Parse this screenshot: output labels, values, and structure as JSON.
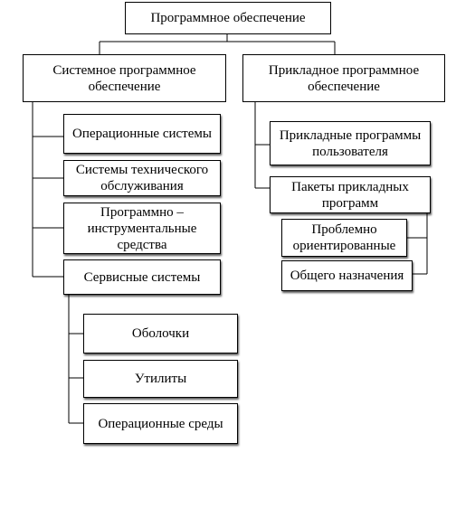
{
  "diagram": {
    "root": "Программное обеспечение",
    "system": {
      "label": "Системное программное\nобеспечение",
      "children": [
        "Операционные системы",
        "Системы технического\nобслуживания",
        "Программно –\nинструментальные\nсредства",
        "Сервисные системы"
      ],
      "service_children": [
        "Оболочки",
        "Утилиты",
        "Операционные среды"
      ]
    },
    "applied": {
      "label": "Прикладное программное\nобеспечение",
      "children": [
        "Прикладные программы\nпользователя",
        "Пакеты прикладных\nпрограмм"
      ],
      "package_children": [
        "Проблемно\nориентированные",
        "Общего назначения"
      ]
    }
  }
}
